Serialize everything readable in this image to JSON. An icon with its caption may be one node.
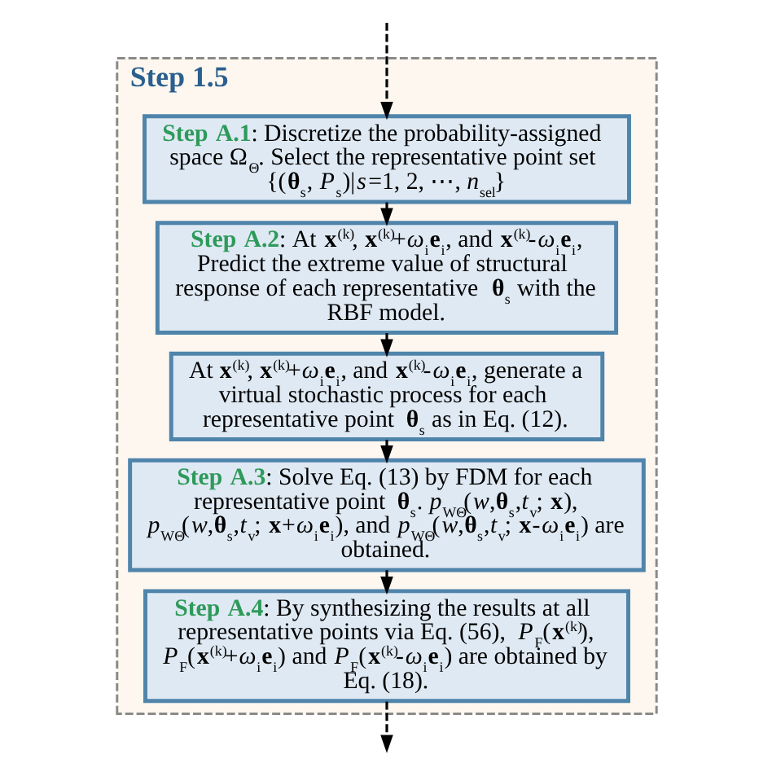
{
  "diagram": {
    "nodes": [
      {
        "text": [
          "Step 1.5"
        ]
      },
      {
        "text": [
          "**Step A.1**: Discretize the probability-assigned space Ω$_{Θ}$. Select the representative point set {(**θ**$_{s}$, *P*$_{s}$)|*s*=1, 2, ⋯, *n*$_{sel}$}"
        ],
        "in": 0
      },
      {
        "text": [
          "**Step A.2**: At **x**$^{(k)}$, **x**$^{(k)}$+*ω*$_{i}$**e**$_{i}$, and **x**$^{(k)}$-*ω*$_{i}$**e**$_{i}$, Predict the extreme value of structural response of each representative **θ**$_{s}$ with the RBF model."
        ],
        "in": 0
      },
      {
        "text": [
          "At **x**$^{(k)}$, **x**$^{(k)}$+*ω*$_{i}$**e**$_{i}$, and **x**$^{(k)}$-*ω*$_{i}$**e**$_{i}$, generate a virtual stochastic process for each representative point **θ**$_{s}$ as in Eq. (12)."
        ],
        "in": 0
      },
      {
        "text": [
          "**Step A.3**: Solve Eq. (13) by FDM for each representative point **θ**$_{s}$. *p*$_{WΘ}$(*w*,**θ**$_{s}$,*t*$_{v}$; **x**), *p*$_{WΘ}$(*w*,**θ**$_{s}$,*t*$_{v}$; **x**+*ω*$_{i}$**e**$_{i}$), and *p*$_{WΘ}$(*w*,**θ**$_{s}$,*t*$_{v}$; **x**-*ω*$_{i}$**e**$_{i}$) are obtained."
        ],
        "in": 0
      },
      {
        "text": [
          "**Step A.4**: By synthesizing the results at all representative points via Eq. (56), *P*$_{F}$(**x**$^{(k)}$), *P*$_{F}$(**x**$^{(k)}$+*ω*$_{i}$**e**$_{i}$) and *P*$_{F}$(**x**$^{(k)}$-*ω*$_{i}$**e**$_{i}$) are obtained by Eq. (18)."
        ],
        "in": 0
      }
    ],
    "edges": [
      {
        "from": null,
        "to": 1,
        "arrow": "to",
        "style": "dashed"
      },
      {
        "from": 1,
        "to": 2,
        "arrow": "to"
      },
      {
        "from": 2,
        "to": 3,
        "arrow": "to"
      },
      {
        "from": 3,
        "to": 4,
        "arrow": "to"
      },
      {
        "from": 4,
        "to": 5,
        "arrow": "to"
      },
      {
        "from": 5,
        "to": null,
        "arrow": "to",
        "style": "dashed"
      }
    ]
  }
}
